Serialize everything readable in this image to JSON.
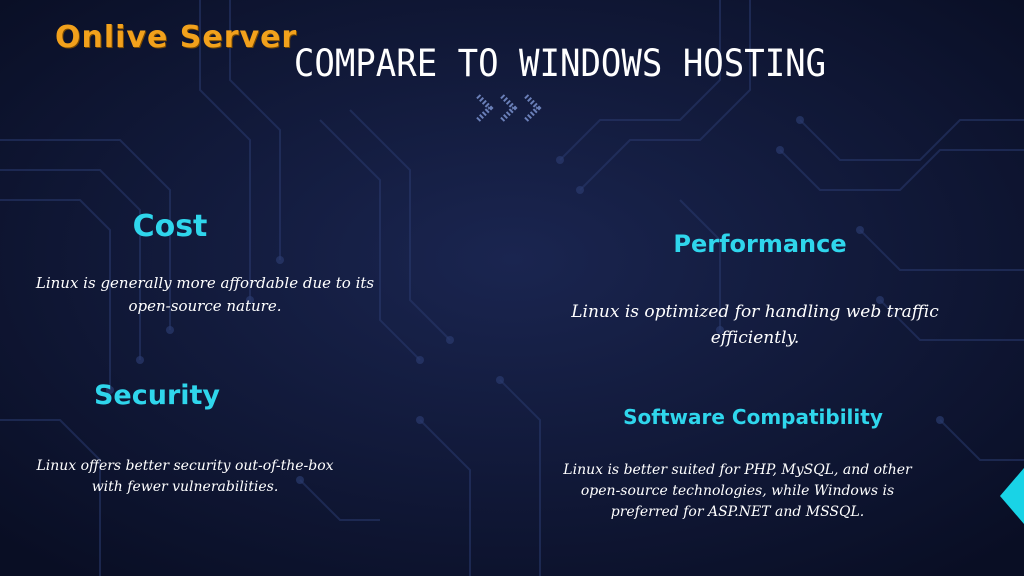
{
  "logo": {
    "text": "Onlive Server"
  },
  "title": "COMPARE TO WINDOWS HOSTING",
  "icons": {
    "arrows": "triple-chevron-right-icon",
    "edge": "triangle-left-icon"
  },
  "colors": {
    "background": "#0d1430",
    "heading": "#2fd6ec",
    "logo": "#f2a11c",
    "body_text": "#ffffff",
    "accent": "#19d3e6"
  },
  "sections": {
    "cost": {
      "heading": "Cost",
      "text": "Linux is generally more affordable due to its open-source nature."
    },
    "security": {
      "heading": "Security",
      "text": "Linux offers better security out-of-the-box with fewer vulnerabilities."
    },
    "performance": {
      "heading": "Performance",
      "text": "Linux is optimized for handling web traffic efficiently."
    },
    "software": {
      "heading": "Software Compatibility",
      "text": "Linux is better suited for PHP, MySQL, and other open-source technologies, while Windows is preferred for ASP.NET and MSSQL."
    }
  }
}
